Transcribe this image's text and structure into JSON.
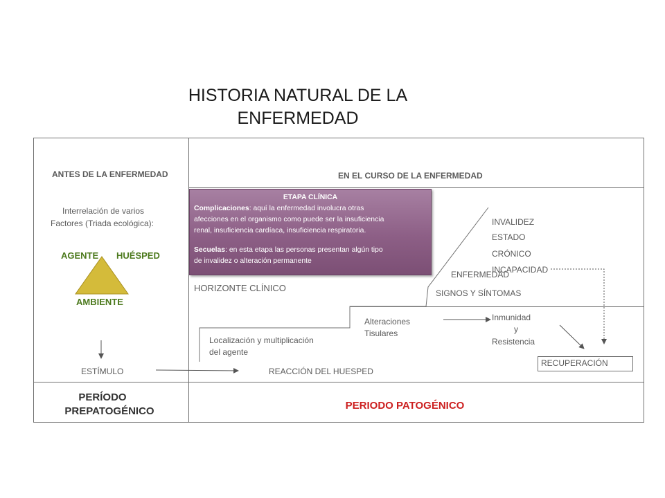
{
  "title": {
    "line1": "HISTORIA NATURAL DE LA",
    "line2": "ENFERMEDAD"
  },
  "headers": {
    "before": "ANTES DE LA ENFERMEDAD",
    "during": "EN EL CURSO DE LA ENFERMEDAD"
  },
  "prepathogenic": {
    "interrelation_line1": "Interrelación de varios",
    "interrelation_line2": "Factores (Triada ecológica):",
    "agente": "AGENTE",
    "huesped": "HUÉSPED",
    "ambiente": "AMBIENTE",
    "estimulo": "ESTÍMULO",
    "triangle_color": "#d4bb3a"
  },
  "etapa_clinica": {
    "title": "ETAPA CLÍNICA",
    "complicaciones_label": "Complicaciones",
    "complicaciones_text1": ": aquí la enfermedad involucra otras",
    "complicaciones_text2": "afecciones en el organismo como puede ser la insuficiencia",
    "complicaciones_text3": "renal, insuficiencia cardíaca, insuficiencia respiratoria.",
    "secuelas_label": "Secuelas",
    "secuelas_text1": ": en esta etapa las personas presentan algún tipo",
    "secuelas_text2": "de invalidez o alteración permanente",
    "color": "#8d5f86"
  },
  "pathogenic": {
    "horizonte": "HORIZONTE CLÍNICO",
    "invalidez": "INVALIDEZ",
    "estado": "ESTADO",
    "cronico": "CRÓNICO",
    "incapacidad": "INCAPACIDAD",
    "enfermedad": "ENFERMEDAD",
    "signos": "SIGNOS Y SÍNTOMAS",
    "alteraciones_line1": "Alteraciones",
    "alteraciones_line2": "Tisulares",
    "inmunidad_line1": "Inmunidad",
    "inmunidad_line2": "y",
    "inmunidad_line3": "Resistencia",
    "localizacion_line1": "Localización y multiplicación",
    "localizacion_line2": "del agente",
    "reaccion": "REACCIÓN  DEL  HUESPED",
    "recuperacion": "RECUPERACIÓN"
  },
  "periods": {
    "prepatogenico_line1": "PERÍODO",
    "prepatogenico_line2": "PREPATOGÉNICO",
    "patogenico": "PERIODO PATOGÉNICO",
    "patogenico_color": "#cc1f1f",
    "label_green": "#4d7a1e"
  }
}
